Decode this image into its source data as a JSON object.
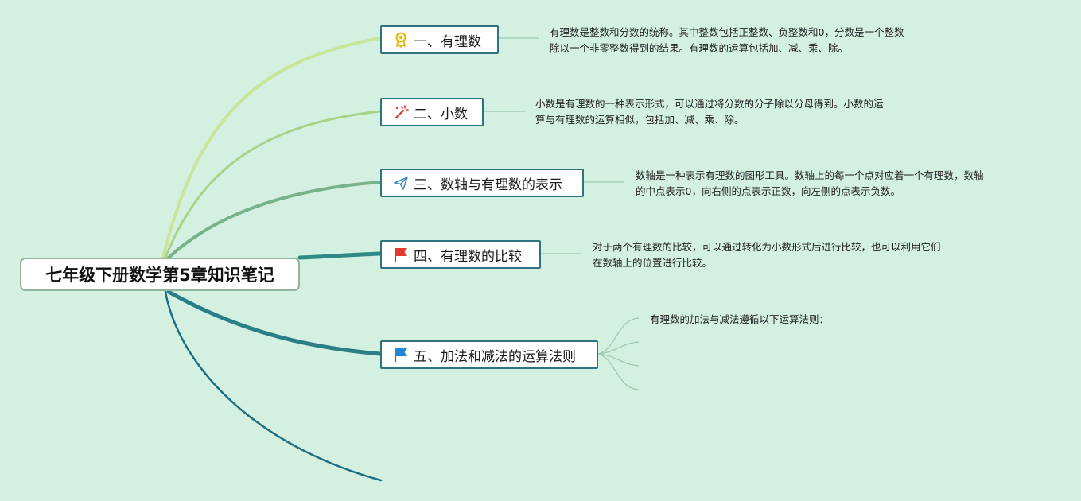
{
  "root": {
    "title": "七年级下册数学第5章知识笔记"
  },
  "topics": [
    {
      "label": "一、有理数",
      "icon": "award-medal-icon",
      "note": [
        "有理数是整数和分数的统称。其中整数包括正整数、负整数和0，分数是一个整数",
        "除以一个非零整数得到的结果。有理数的运算包括加、减、乘、除。"
      ]
    },
    {
      "label": "二、小数",
      "icon": "magic-wand-icon",
      "note": [
        "小数是有理数的一种表示形式，可以通过将分数的分子除以分母得到。小数的运",
        "算与有理数的运算相似，包括加、减、乘、除。"
      ]
    },
    {
      "label": "三、数轴与有理数的表示",
      "icon": "paper-plane-icon",
      "note": [
        "数轴是一种表示有理数的图形工具。数轴上的每一个点对应着一个有理数，数轴",
        "的中点表示0，向右侧的点表示正数，向左侧的点表示负数。"
      ]
    },
    {
      "label": "四、有理数的比较",
      "icon": "red-flag-icon",
      "note": [
        "对于两个有理数的比较，可以通过转化为小数形式后进行比较，也可以利用它们",
        "在数轴上的位置进行比较。"
      ]
    },
    {
      "label": "五、加法和减法的运算法则",
      "icon": "blue-flag-icon",
      "note": [
        "有理数的加法与减法遵循以下运算法则："
      ]
    }
  ],
  "colors": {
    "background": "#d3f0e1",
    "root_border": "#8fb59f",
    "topic_border": "#2f7280",
    "branch_1": "#c7e69a",
    "branch_2": "#a8d48a",
    "branch_3": "#78b28a",
    "branch_4": "#2f8a86",
    "branch_5": "#2a7f86",
    "branch_6": "#1f6f80",
    "note_connector": "#9fc9b2",
    "icon_gold": "#e8b400",
    "icon_red": "#e03a2f",
    "icon_blue": "#1e88d8",
    "icon_plane": "#3a8fc0"
  }
}
